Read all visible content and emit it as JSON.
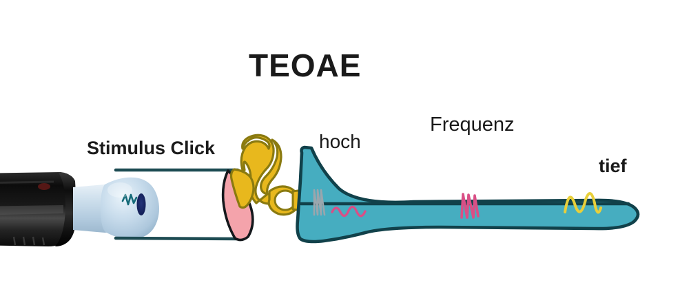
{
  "figure": {
    "title": "TEOAE",
    "labels": {
      "stimulus": "Stimulus Click",
      "hoch": "hoch",
      "frequenz": "Frequenz",
      "tief": "tief"
    }
  },
  "colors": {
    "cochlea_fill": "#46adc0",
    "cochlea_outline": "#11414a",
    "eardrum_fill": "#f4a3ab",
    "ossicle_fill": "#e8b81d",
    "ossicle_outline": "#8a7a10",
    "canal_line": "#1d4b52",
    "probe_body": "#141414",
    "eartip_fill": "#bcd6e8",
    "wave_high": "#9aa6ad",
    "wave_mid": "#d94f86",
    "wave_low": "#e8cf3a",
    "text": "#1a1a1a",
    "background": "#ffffff"
  },
  "elements": {
    "probe_name": "oae-probe",
    "eartip_name": "ear-tip",
    "canal_name": "ear-canal",
    "eardrum_name": "eardrum",
    "ossicles_name": "ossicles",
    "cochlea_name": "uncoiled-cochlea",
    "membrane_name": "basilar-membrane"
  }
}
